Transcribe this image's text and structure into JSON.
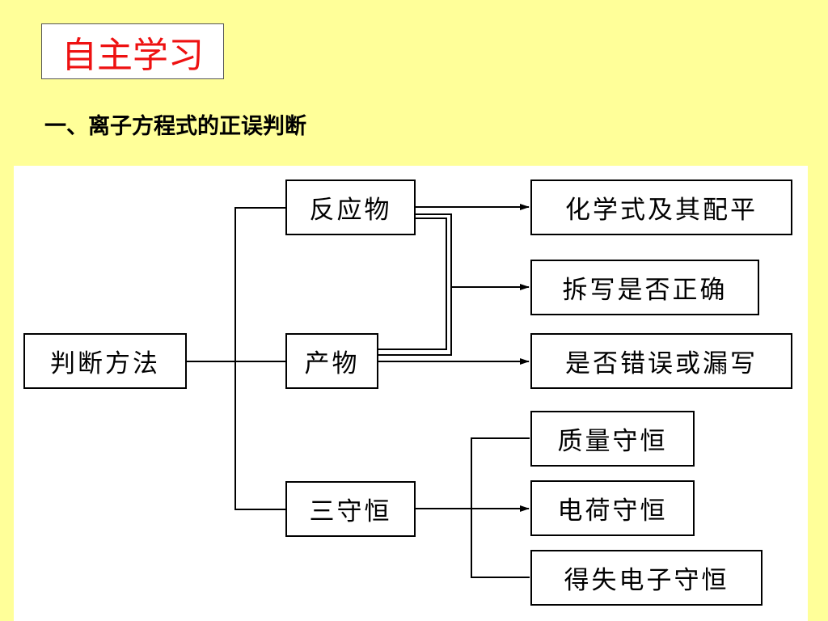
{
  "header": {
    "title": "自主学习",
    "subtitle": "一、离子方程式的正误判断"
  },
  "diagram": {
    "root": "判断方法",
    "branches": {
      "reactants": "反应物",
      "products": "产物",
      "conservation": "三守恒"
    },
    "checks": {
      "formula": "化学式及其配平",
      "splitting": "拆写是否正确",
      "errors": "是否错误或漏写",
      "mass": "质量守恒",
      "charge": "电荷守恒",
      "electron": "得失电子守恒"
    }
  },
  "colors": {
    "background": "#ffff99",
    "title": "#ee1111"
  }
}
